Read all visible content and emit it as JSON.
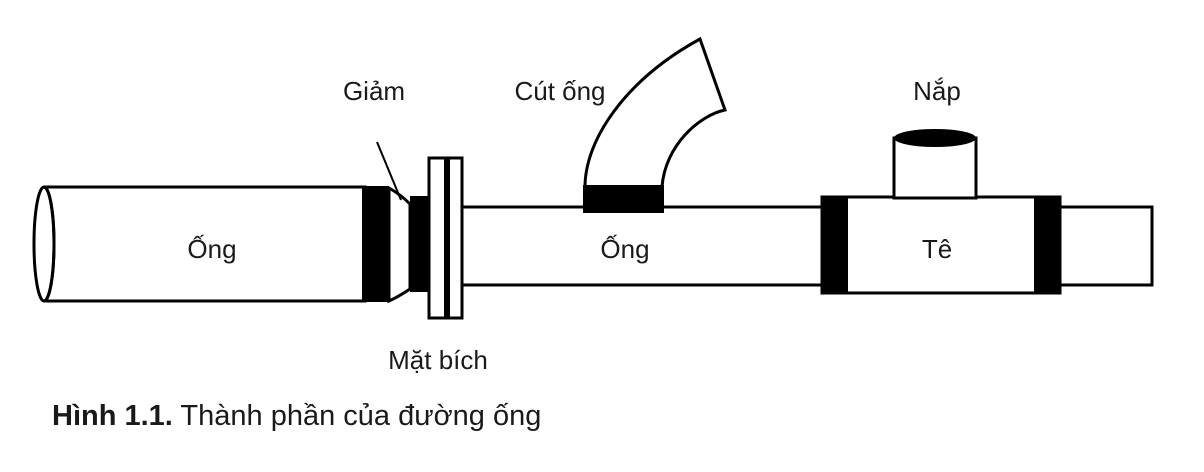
{
  "labels": {
    "pipe_left": "Ống",
    "pipe_middle": "Ống",
    "reducer": "Giảm",
    "elbow": "Cút ống",
    "cap": "Nắp",
    "tee": "Tê",
    "flange": "Mặt bích"
  },
  "caption": {
    "number": "Hình 1.1.",
    "text": "Thành phần của đường ống"
  }
}
